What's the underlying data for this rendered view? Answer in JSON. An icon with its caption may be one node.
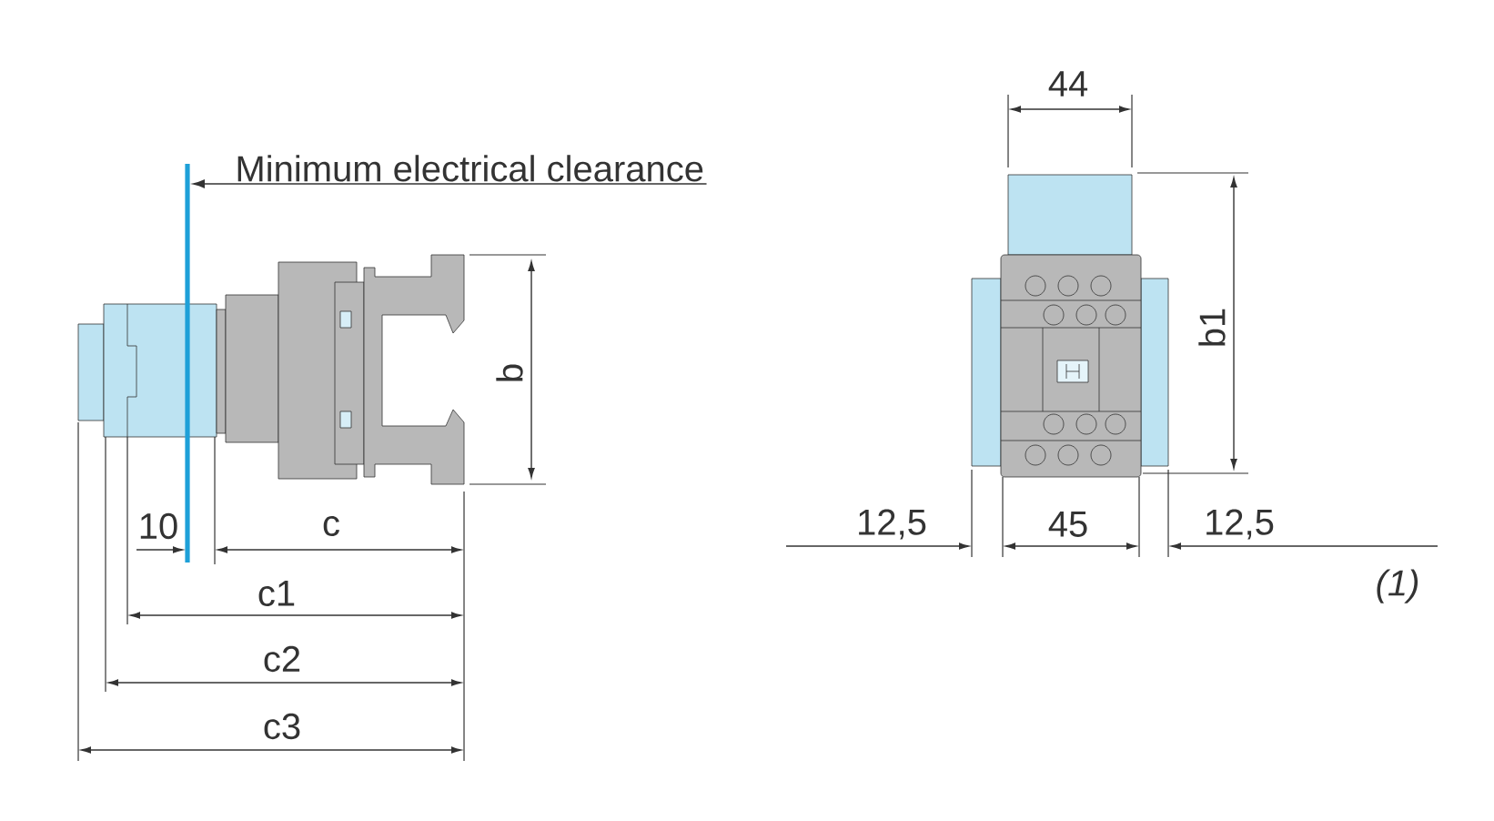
{
  "diagram": {
    "nodes": [
      {
        "text": [
          "Minimum electrical clearance"
        ]
      },
      {
        "text": [],
        "shape": "bar"
      }
    ],
    "edges": [
      {
        "from": 0,
        "to": 1,
        "arrow": "to"
      }
    ],
    "labels": [
      "44",
      "b1",
      "b",
      "10",
      "c",
      "12,5",
      "45",
      "12,5",
      "c1",
      "(1)",
      "c2",
      "c3"
    ]
  }
}
